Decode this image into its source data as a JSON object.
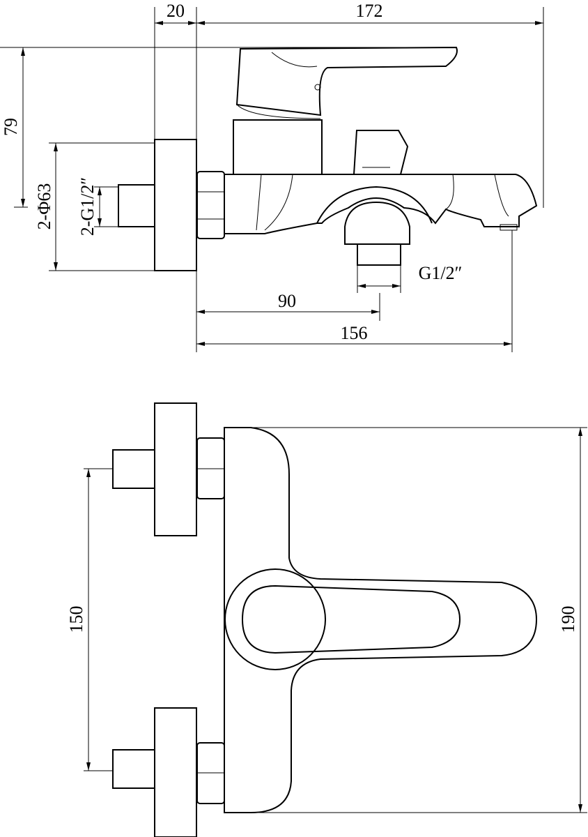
{
  "drawing": {
    "side_view": {
      "dim_flange_depth": "20",
      "dim_total_length": "172",
      "dim_height": "79",
      "dim_flange_diameter": "2-Φ63",
      "dim_inlet_thread": "2-G1/2″",
      "dim_outlet_offset": "90",
      "dim_spout_reach": "156",
      "dim_outlet_thread": "G1/2″"
    },
    "top_view": {
      "dim_inlet_spacing": "150",
      "dim_body_width": "190"
    }
  }
}
